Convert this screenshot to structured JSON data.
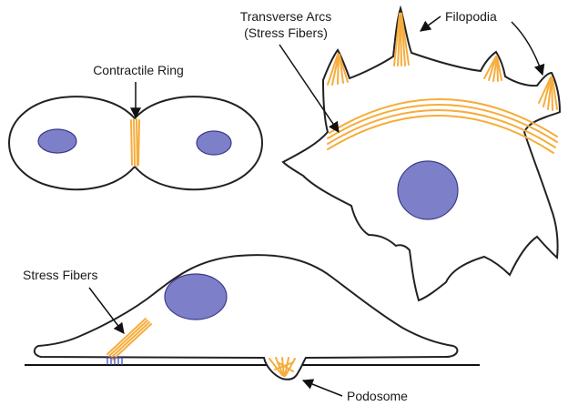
{
  "labels": {
    "contractile_ring": "Contractile Ring",
    "transverse_arcs_line1": "Transverse Arcs",
    "transverse_arcs_line2": "(Stress Fibers)",
    "filopodia": "Filopodia",
    "stress_fibers": "Stress Fibers",
    "podosome": "Podosome"
  },
  "colors": {
    "cell_outline": "#222222",
    "nucleus": "#7d7fc9",
    "actin_fiber": "#f6ad3c",
    "integrin": "#3a3fb0"
  }
}
